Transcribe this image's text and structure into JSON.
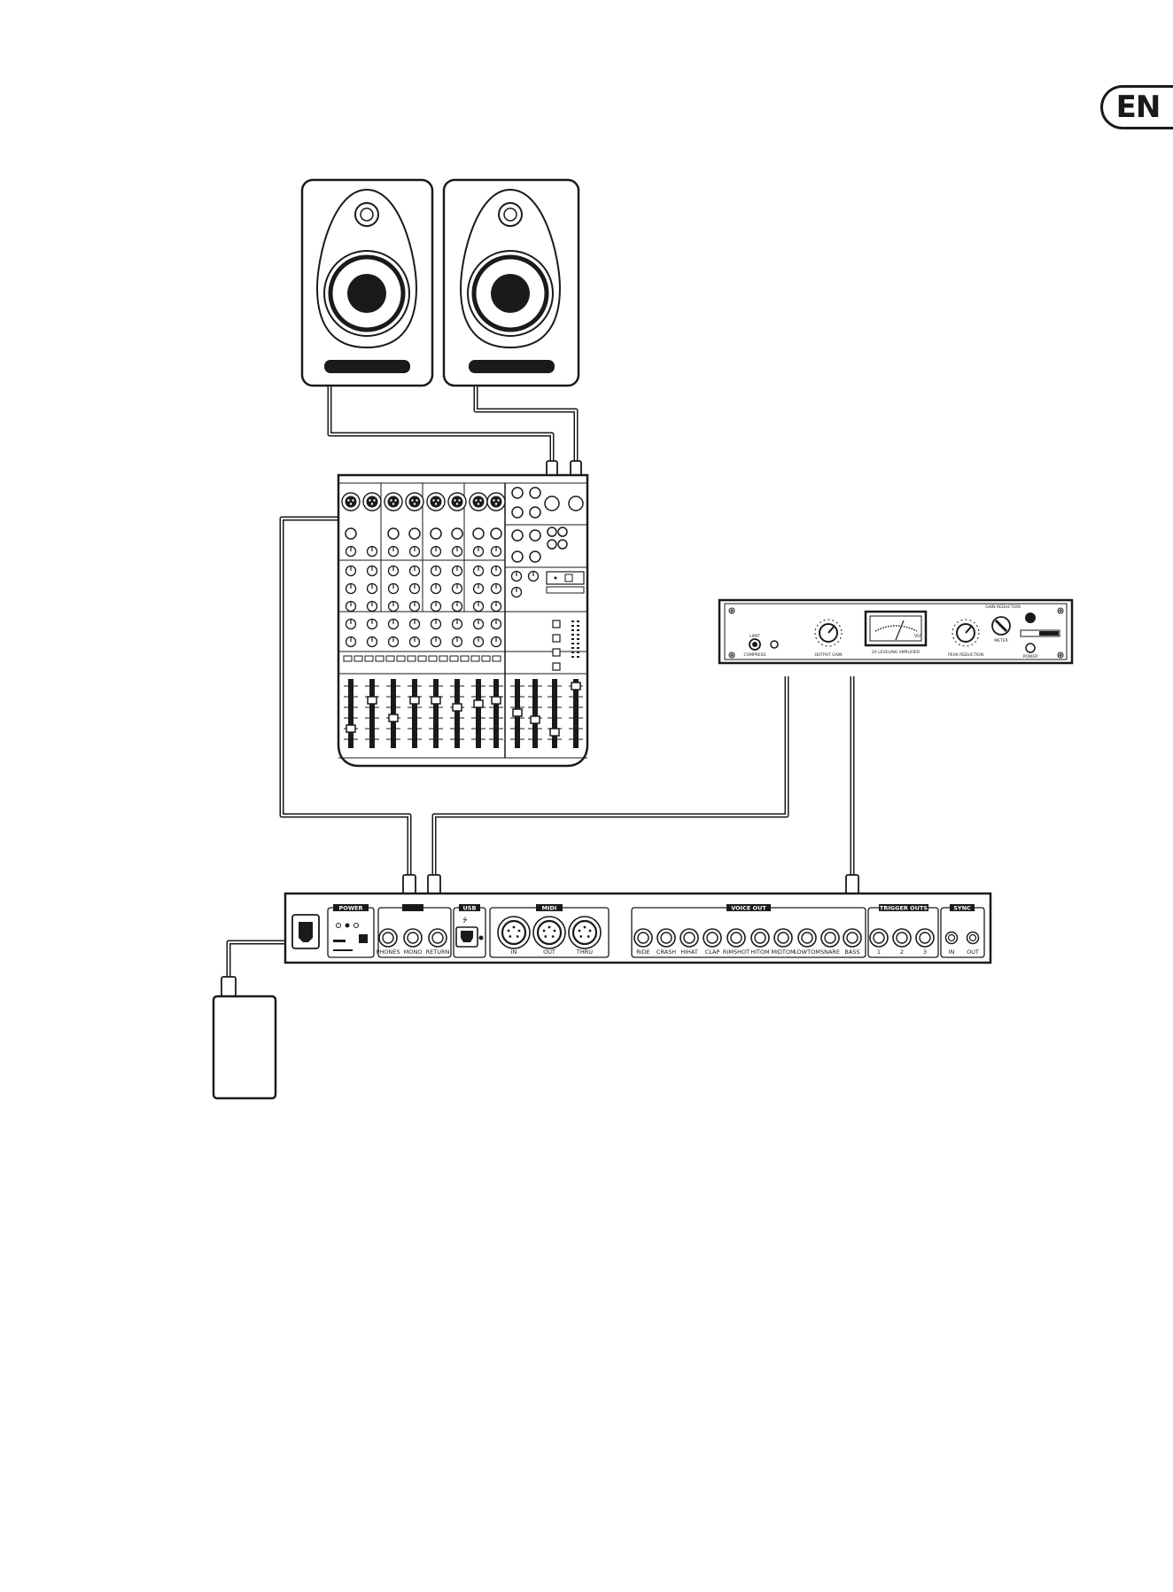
{
  "language_badge": "EN",
  "compressor": {
    "labels": {
      "limit": "LIMIT",
      "compress": "COMPRESS",
      "output_gain": "OUTPUT GAIN",
      "model": "2A LEVELING AMPLIFIER",
      "vu": "VU",
      "peak_reduction": "PEAK REDUCTION",
      "gain_reduction": "GAIN REDUCTION",
      "meter": "METER",
      "power": "POWER"
    }
  },
  "drum_machine": {
    "sections": {
      "power": "POWER",
      "usb": "USB",
      "midi": "MIDI",
      "voice_out": "VOICE OUT",
      "trigger_outs": "TRIGGER OUTS",
      "sync": "SYNC"
    },
    "audio_jacks": [
      "PHONES",
      "MONO",
      "RETURN"
    ],
    "midi_ports": [
      "IN",
      "OUT",
      "THRU"
    ],
    "voice_outs": [
      "RIDE",
      "CRASH",
      "HIHAT",
      "CLAP",
      "RIMSHOT",
      "HITOM",
      "MIDTOM",
      "LOWTOM",
      "SNARE",
      "BASS"
    ],
    "trigger_outs": [
      "1",
      "2",
      "3"
    ],
    "sync": [
      "IN",
      "OUT"
    ]
  }
}
